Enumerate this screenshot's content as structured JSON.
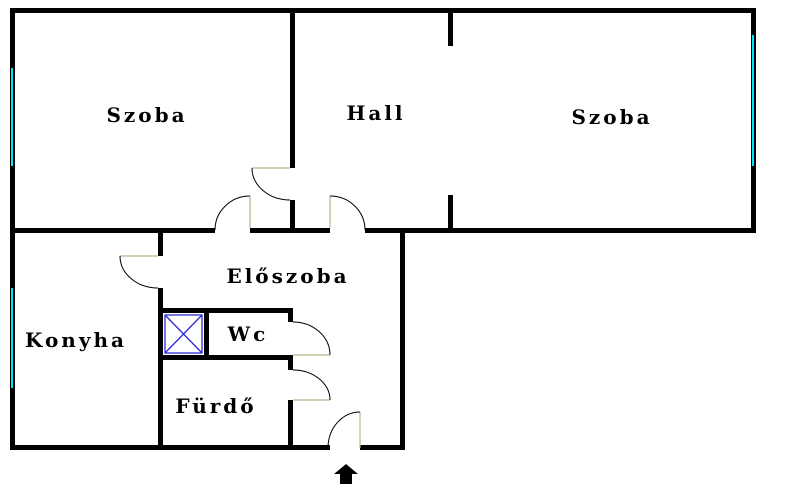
{
  "rooms": {
    "szoba_left": "Szoba",
    "hall": "Hall",
    "szoba_right": "Szoba",
    "eloszoba": "Előszoba",
    "konyha": "Konyha",
    "wc": "Wc",
    "furdo": "Fürdő"
  },
  "colors": {
    "wall": "#000000",
    "window": "#00e5ff",
    "shaft": "#2b2bd6",
    "door_leaf": "#b8b88a",
    "background": "#ffffff"
  },
  "icons": {
    "entrance": "house-arrow-icon",
    "shaft": "ventilation-shaft-icon"
  }
}
